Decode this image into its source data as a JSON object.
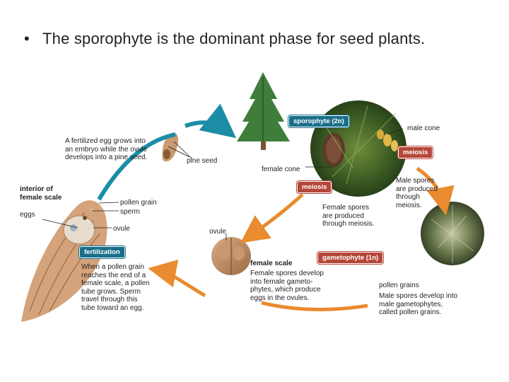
{
  "slide": {
    "bullet": "•",
    "title": "The sporophyte is the dominant phase for seed plants."
  },
  "diagram": {
    "sporophyte_tag": "sporophyte (2n)",
    "gametophyte_tag": "gametophyte (1n)",
    "male_cone": "male cone",
    "meiosis_male": "meiosis",
    "meiosis_female": "meiosis",
    "female_cone": "female cone",
    "male_spores": [
      "Male spores",
      "are produced",
      "through",
      "meiosis."
    ],
    "female_spores": [
      "Female spores",
      "are produced",
      "through meiosis."
    ],
    "pine_seed": "pine seed",
    "fertilized_egg": [
      "A fertilized egg grows into",
      "an embryo while the ovule",
      "develops into a pine seed."
    ],
    "interior_female_scale": [
      "interior of",
      "female scale"
    ],
    "eggs": "eggs",
    "pollen_grain": "pollen grain",
    "sperm": "sperm",
    "ovule_left": "ovule",
    "ovule_mid": "ovule",
    "fertilization_tag": "fertilization",
    "fertilization_text": [
      "When a pollen grain",
      "reaches the end of a",
      "female scale, a pollen",
      "tube grows. Sperm",
      "travel through this",
      "tube toward an egg."
    ],
    "female_scale": "female scale",
    "female_scale_text": [
      "Female spores develop",
      "into female gameto-",
      "phytes, which produce",
      "eggs in the ovules."
    ],
    "pollen_grains": "pollen grains",
    "pollen_grains_text": [
      "Male spores develop into",
      "male gametophytes,",
      "called pollen grains."
    ]
  },
  "colors": {
    "teal_arrow": "#1b8ea6",
    "orange_arrow": "#e98b2e",
    "teal_tag": "#1a6f8a",
    "red_tag": "#b5473a"
  }
}
